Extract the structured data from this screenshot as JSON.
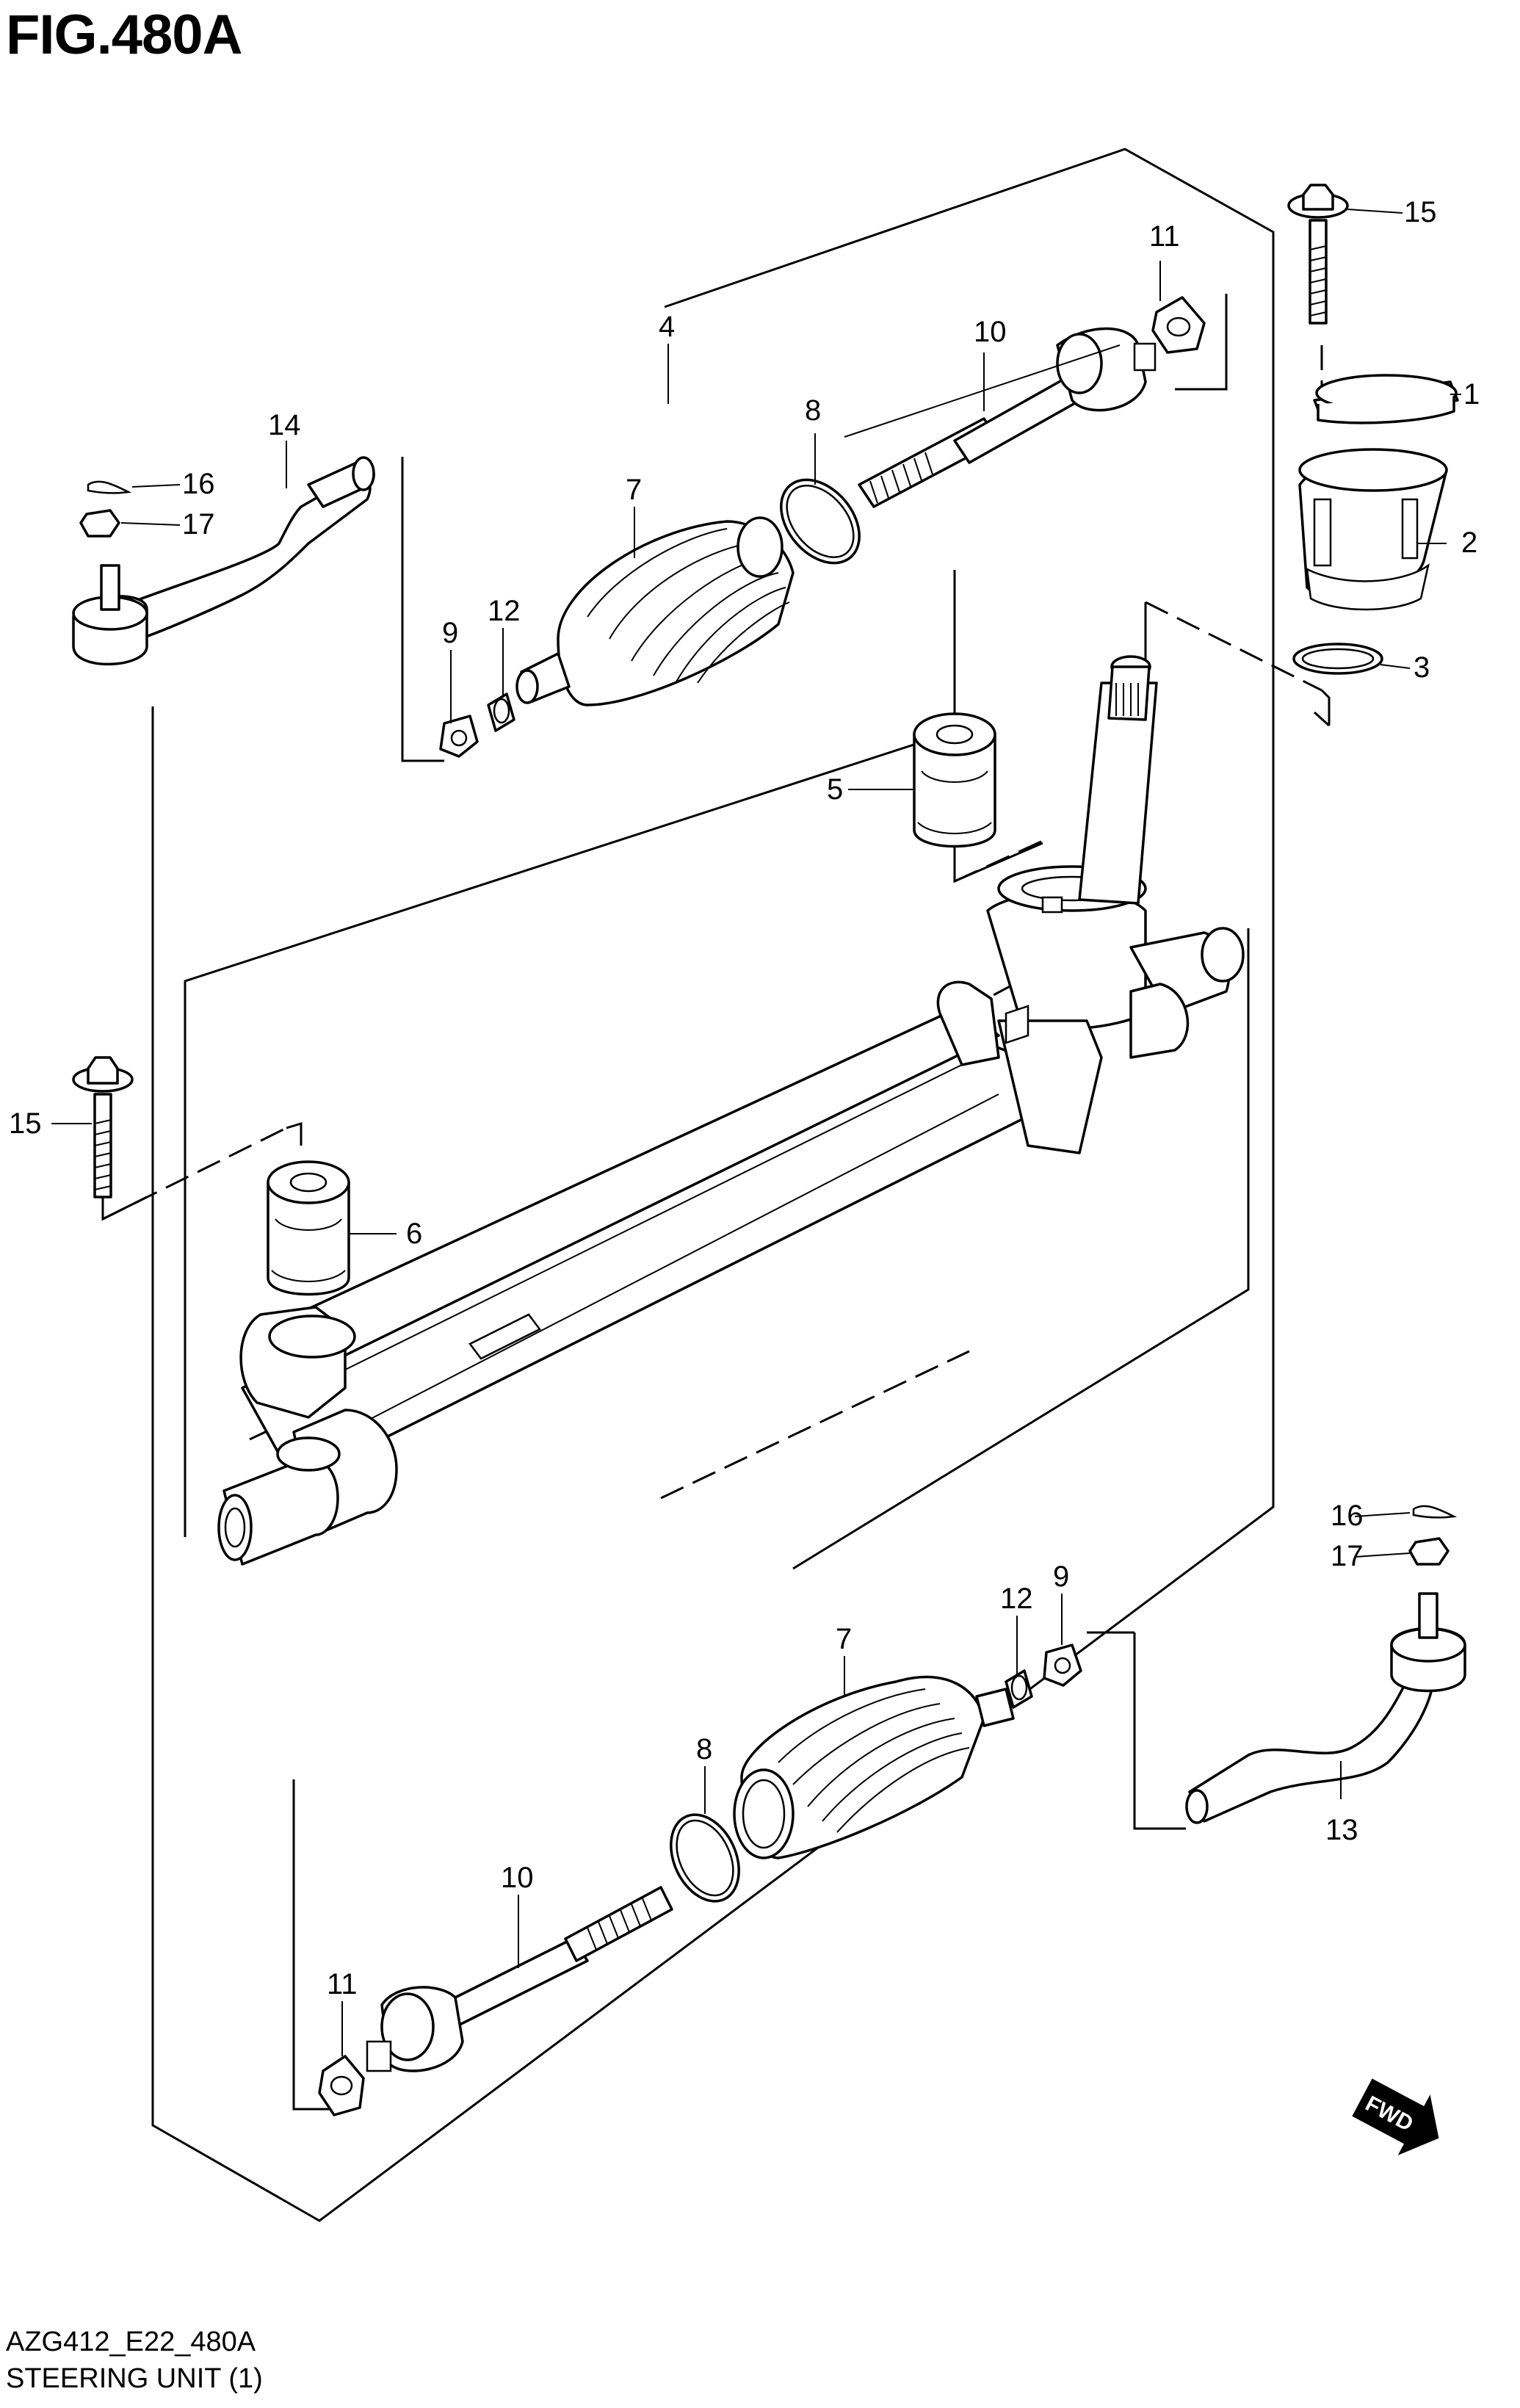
{
  "figure": {
    "title": "FIG.480A",
    "code": "AZG412_E22_480A",
    "name": "STEERING UNIT (1)"
  },
  "callouts": [
    "1",
    "2",
    "3",
    "4",
    "5",
    "6",
    "7",
    "8",
    "9",
    "10",
    "11",
    "12",
    "13",
    "14",
    "15",
    "16",
    "17"
  ],
  "fwd_label": "FWD",
  "colors": {
    "line": "#000000",
    "fill": "#ffffff",
    "shade": "#d9d9d9"
  }
}
